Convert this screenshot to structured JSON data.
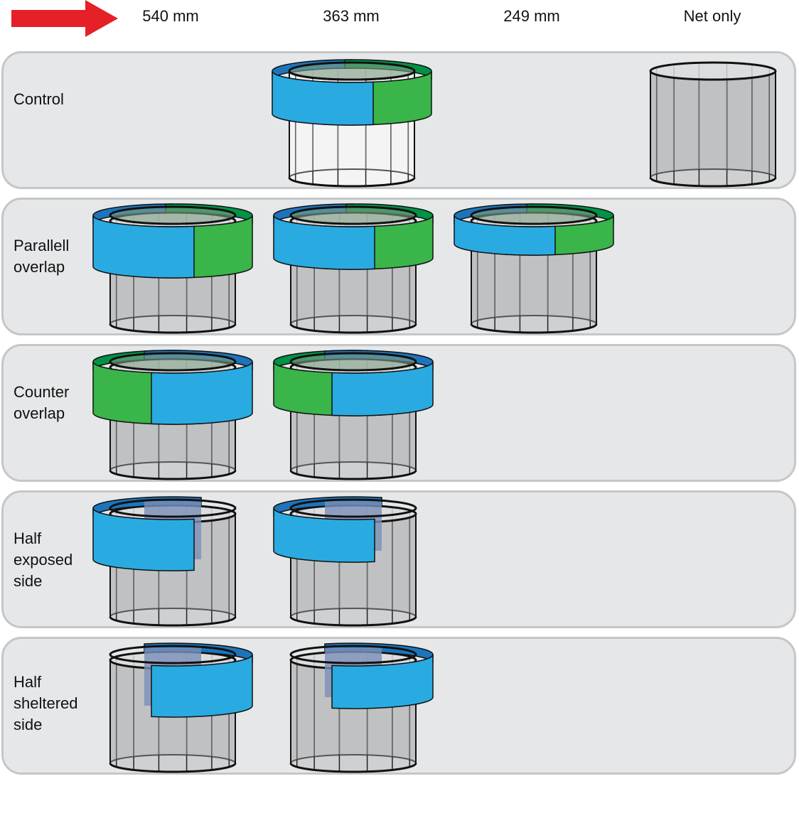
{
  "header": {
    "arrow_icon": "wind-direction-arrow-icon",
    "arrow_color": "#e52026",
    "columns": [
      "540 mm",
      "363 mm",
      "249 mm",
      "Net only"
    ]
  },
  "rows": [
    {
      "label_lines": [
        "Control"
      ]
    },
    {
      "label_lines": [
        "Parallell",
        "overlap"
      ]
    },
    {
      "label_lines": [
        "Counter",
        "overlap"
      ]
    },
    {
      "label_lines": [
        "Half",
        "exposed",
        "side"
      ]
    },
    {
      "label_lines": [
        "Half",
        "sheltered",
        "side"
      ]
    }
  ],
  "colors": {
    "row_background": "#e6e7e8",
    "row_border": "#c5c6c8",
    "net_fill": "#b9babc",
    "blue_band": "#29abe2",
    "blue_dark": "#1c75bc",
    "green_band": "#39b54a",
    "green_dark": "#009245"
  }
}
